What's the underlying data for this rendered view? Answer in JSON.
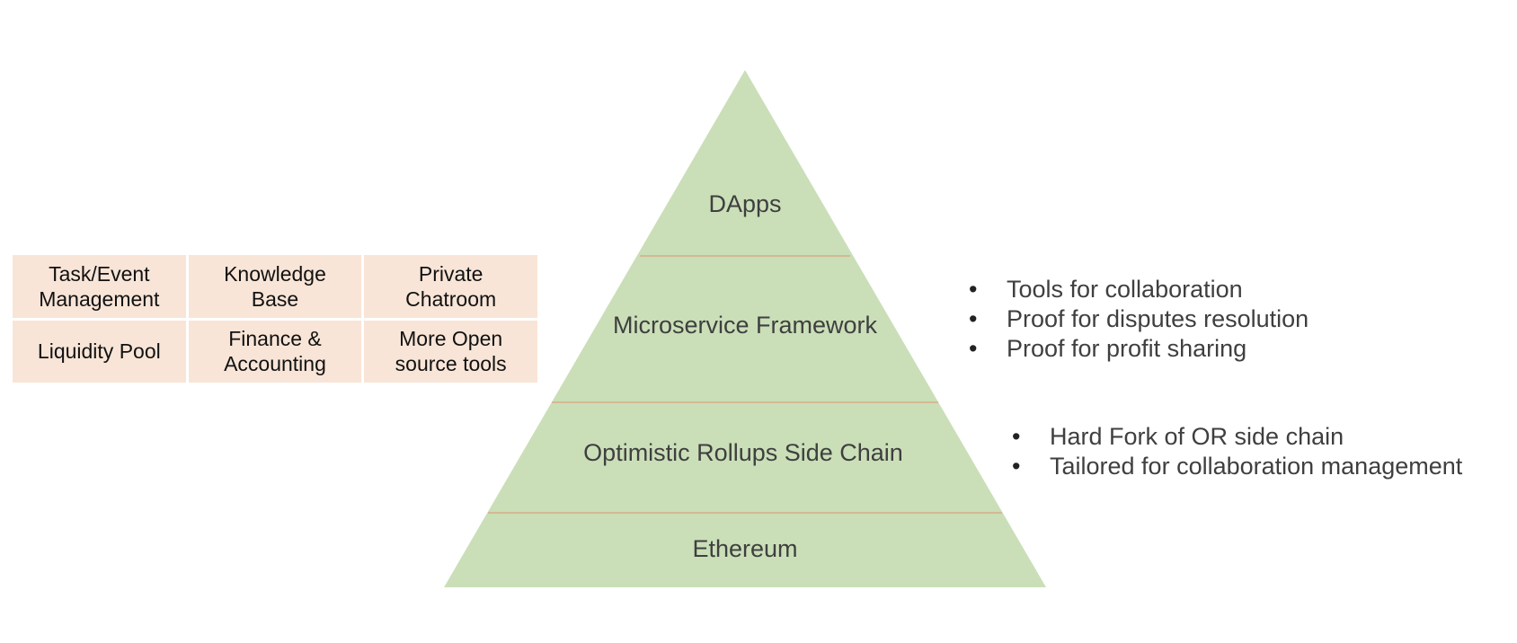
{
  "tools": [
    "Task/Event\nManagement",
    "Knowledge\nBase",
    "Private\nChatroom",
    "Liquidity Pool",
    "Finance &\nAccounting",
    "More Open\nsource tools"
  ],
  "pyramid": {
    "layers": [
      "DApps",
      "Microservice Framework",
      "Optimistic Rollups Side Chain",
      "Ethereum"
    ]
  },
  "bullets_upper": [
    "Tools for collaboration",
    "Proof for disputes resolution",
    "Proof for profit sharing"
  ],
  "bullets_lower": [
    "Hard Fork of OR side chain",
    "Tailored for collaboration management"
  ],
  "bullet_glyph": "•",
  "colors": {
    "pyramid_fill": "#cadfb8",
    "divider": "#d9a27c",
    "tool_cell": "#f8e5d7"
  }
}
